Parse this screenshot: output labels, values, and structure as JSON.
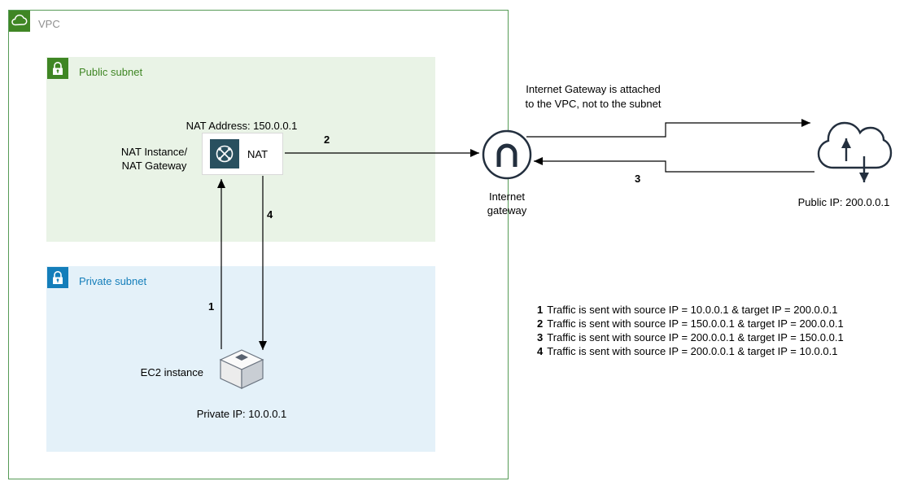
{
  "vpc": {
    "label": "VPC"
  },
  "public_subnet": {
    "label": "Public subnet"
  },
  "private_subnet": {
    "label": "Private subnet"
  },
  "nat": {
    "address": "NAT Address: 150.0.0.1",
    "name": "NAT",
    "role_line1": "NAT Instance/",
    "role_line2": "NAT Gateway"
  },
  "ec2": {
    "label": "EC2 instance",
    "ip": "Private IP: 10.0.0.1"
  },
  "internet_gateway": {
    "label_line1": "Internet",
    "label_line2": "gateway",
    "note_line1": "Internet Gateway is attached",
    "note_line2": "to the VPC, not to the subnet"
  },
  "cloud": {
    "ip": "Public IP: 200.0.0.1"
  },
  "flow_labels": {
    "f1": "1",
    "f2": "2",
    "f3": "3",
    "f4": "4"
  },
  "legend": [
    {
      "num": "1",
      "text": "Traffic is sent with source IP = 10.0.0.1 & target IP = 200.0.0.1"
    },
    {
      "num": "2",
      "text": "Traffic is sent with source IP = 150.0.0.1 & target IP = 200.0.0.1"
    },
    {
      "num": "3",
      "text": "Traffic is sent with source IP = 200.0.0.1 & target IP = 150.0.0.1"
    },
    {
      "num": "4",
      "text": "Traffic is sent with source IP = 200.0.0.1 & target IP = 10.0.0.1"
    }
  ],
  "icons": {
    "vpc": "aws-vpc-cloud-icon",
    "public_subnet": "lock-icon",
    "private_subnet": "lock-icon",
    "nat": "nat-gateway-icon",
    "internet_gateway": "internet-gateway-icon",
    "ec2": "ec2-cube-icon",
    "internet": "cloud-updown-icon"
  },
  "colors": {
    "vpc_border": "#569b56",
    "public_subnet_bg": "#e9f3e6",
    "public_accent": "#3f8624",
    "private_subnet_bg": "#e4f1f9",
    "private_accent": "#147eba",
    "nat_icon_bg": "#29505f",
    "outline_dark": "#232f3e",
    "arrow": "#000000"
  }
}
